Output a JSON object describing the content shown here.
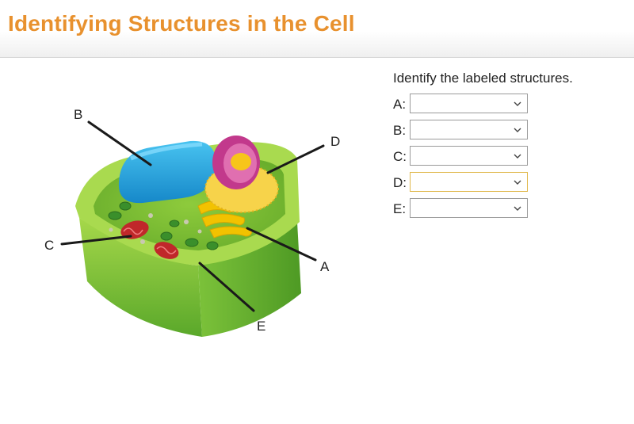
{
  "header": {
    "title": "Identifying Structures in the Cell"
  },
  "question": {
    "prompt": "Identify the labeled structures.",
    "rows": [
      {
        "label": "A:",
        "value": "",
        "focused": false
      },
      {
        "label": "B:",
        "value": "",
        "focused": false
      },
      {
        "label": "C:",
        "value": "",
        "focused": false
      },
      {
        "label": "D:",
        "value": "",
        "focused": false
      },
      {
        "label": "E:",
        "value": "",
        "focused": false
      }
    ]
  },
  "diagram": {
    "labels": {
      "a": "A",
      "b": "B",
      "c": "C",
      "d": "D",
      "e": "E"
    }
  },
  "colors": {
    "title": "#e8912e",
    "cell_wall": "#8cc63f",
    "vacuole": "#29a9e1",
    "nucleus": "#c2398c",
    "chloroplast": "#3a8f2b",
    "mitochondria": "#c0282a",
    "golgi": "#f5c518"
  }
}
